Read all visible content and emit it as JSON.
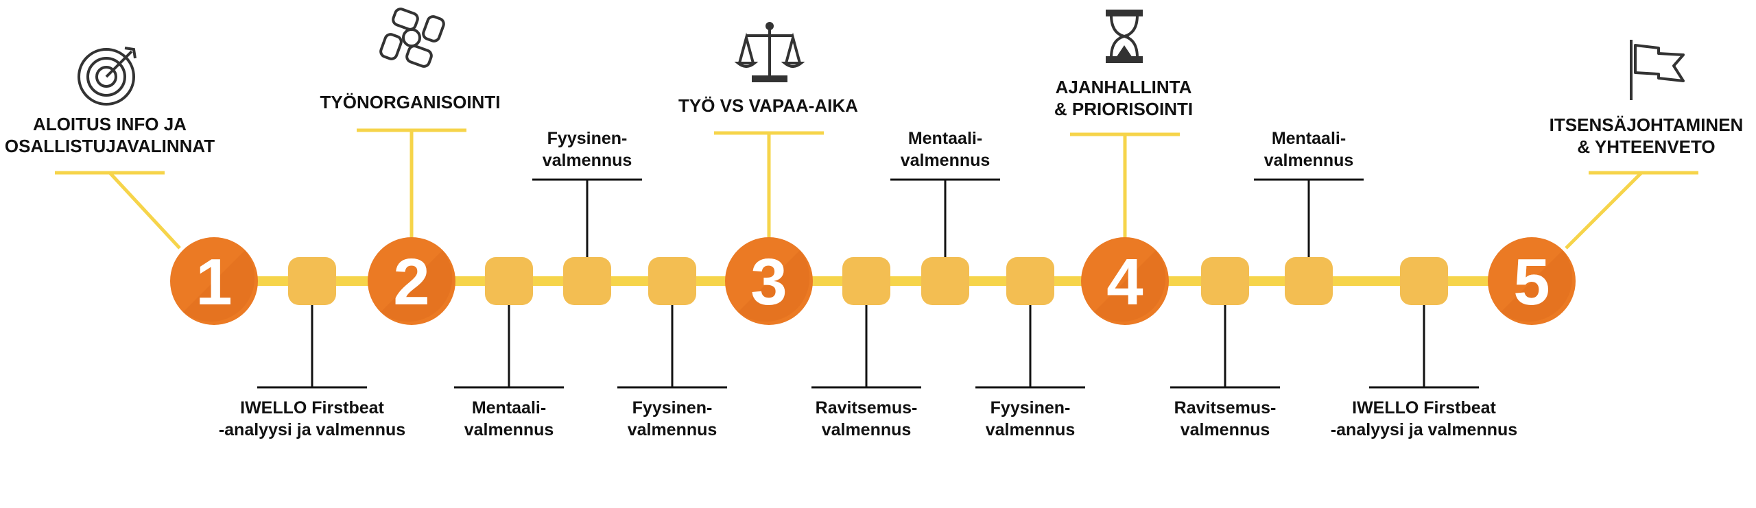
{
  "colors": {
    "line": "#F6D44A",
    "milestone": "#EB7A24",
    "milestone_dark": "#D9661A",
    "node": "#F3BE52",
    "connector": "#111111",
    "icon": "#333333",
    "text": "#111111"
  },
  "milestones": [
    {
      "number": "1",
      "label_lines": [
        "ALOITUS INFO JA",
        "OSALLISTUJAVALINNAT"
      ],
      "icon": "target-icon"
    },
    {
      "number": "2",
      "label_lines": [
        "TYÖNORGANISOINTI"
      ],
      "icon": "hands-teamwork-icon"
    },
    {
      "number": "3",
      "label_lines": [
        "TYÖ VS VAPAA-AIKA"
      ],
      "icon": "balance-scale-icon"
    },
    {
      "number": "4",
      "label_lines": [
        "AJANHALLINTA",
        "& PRIORISOINTI"
      ],
      "icon": "hourglass-icon"
    },
    {
      "number": "5",
      "label_lines": [
        "ITSENSÄJOHTAMINEN",
        "& YHTEENVETO"
      ],
      "icon": "flag-icon"
    }
  ],
  "nodes": [
    {
      "label_lines": [
        "IWELLO Firstbeat",
        "-analyysi ja valmennus"
      ],
      "side": "below"
    },
    {
      "label_lines": [
        "Mentaali-",
        "valmennus"
      ],
      "side": "below"
    },
    {
      "label_lines": [
        "Fyysinen-",
        "valmennus"
      ],
      "side": "above"
    },
    {
      "label_lines": [
        "Fyysinen-",
        "valmennus"
      ],
      "side": "below"
    },
    {
      "label_lines": [
        "Ravitsemus-",
        "valmennus"
      ],
      "side": "below"
    },
    {
      "label_lines": [
        "Mentaali-",
        "valmennus"
      ],
      "side": "above"
    },
    {
      "label_lines": [
        "Fyysinen-",
        "valmennus"
      ],
      "side": "below"
    },
    {
      "label_lines": [
        "Ravitsemus-",
        "valmennus"
      ],
      "side": "below"
    },
    {
      "label_lines": [
        "Mentaali-",
        "valmennus"
      ],
      "side": "above"
    },
    {
      "label_lines": [
        "IWELLO Firstbeat",
        "-analyysi ja valmennus"
      ],
      "side": "below"
    }
  ]
}
